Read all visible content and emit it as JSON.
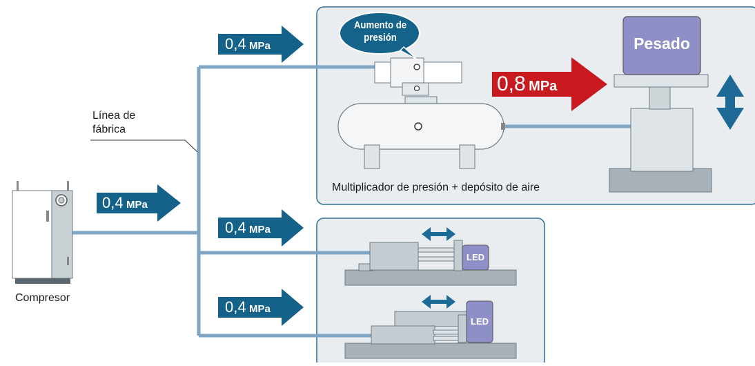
{
  "labels": {
    "factory_line": [
      "Línea de",
      "fábrica"
    ],
    "compressor": "Compresor",
    "booster_caption": "Multiplicador de presión + depósito de aire",
    "bubble": [
      "Aumento de",
      "presión"
    ],
    "weigh_box": "Pesado",
    "led_1": "LED",
    "led_2": "LED"
  },
  "pressures": {
    "compressor_out": {
      "value": "0,4",
      "unit": "MPa"
    },
    "to_booster": {
      "value": "0,4",
      "unit": "MPa"
    },
    "boosted": {
      "value": "0,8",
      "unit": "MPa"
    },
    "branch_2": {
      "value": "0,4",
      "unit": "MPa"
    },
    "branch_3": {
      "value": "0,4",
      "unit": "MPa"
    }
  },
  "colors": {
    "arrow_blue": "#14618a",
    "arrow_red": "#c8191f",
    "pipe": "#7fa6c4",
    "panel_bg": "#eaedf0",
    "panel_border": "#2f6f96",
    "machine_gray": "#c5cdd2",
    "led_purple": "#8f8fc8",
    "bubble_fill": "#15628b"
  }
}
